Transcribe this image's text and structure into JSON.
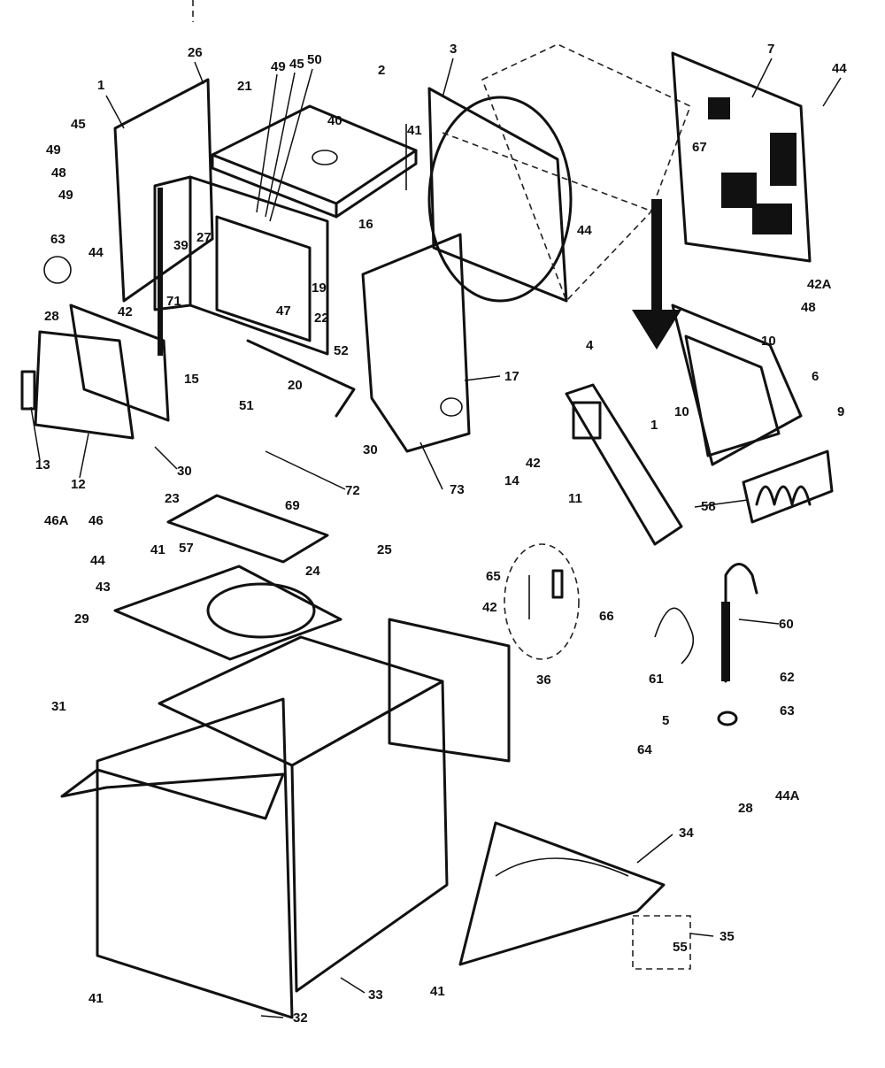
{
  "callouts": [
    {
      "id": "c1",
      "text": "1"
    },
    {
      "id": "c26",
      "text": "26"
    },
    {
      "id": "c21",
      "text": "21"
    },
    {
      "id": "c49a",
      "text": "49"
    },
    {
      "id": "c45a",
      "text": "45"
    },
    {
      "id": "c50a",
      "text": "50"
    },
    {
      "id": "c2",
      "text": "2"
    },
    {
      "id": "c3",
      "text": "3"
    },
    {
      "id": "c7",
      "text": "7"
    },
    {
      "id": "c44a",
      "text": "44"
    },
    {
      "id": "c45b",
      "text": "45"
    },
    {
      "id": "c49b",
      "text": "49"
    },
    {
      "id": "c48a",
      "text": "48"
    },
    {
      "id": "c49c",
      "text": "49"
    },
    {
      "id": "c40",
      "text": "40"
    },
    {
      "id": "c41a",
      "text": "41"
    },
    {
      "id": "c67",
      "text": "67"
    },
    {
      "id": "c44b",
      "text": "44"
    },
    {
      "id": "c39",
      "text": "39"
    },
    {
      "id": "c27",
      "text": "27"
    },
    {
      "id": "c16",
      "text": "16"
    },
    {
      "id": "c63",
      "text": "63"
    },
    {
      "id": "c44c",
      "text": "44"
    },
    {
      "id": "c42a",
      "text": "42"
    },
    {
      "id": "c71",
      "text": "71"
    },
    {
      "id": "c19",
      "text": "19"
    },
    {
      "id": "c47",
      "text": "47"
    },
    {
      "id": "c22",
      "text": "22"
    },
    {
      "id": "c42A",
      "text": "42A"
    },
    {
      "id": "c48b",
      "text": "48"
    },
    {
      "id": "c28a",
      "text": "28"
    },
    {
      "id": "c52",
      "text": "52"
    },
    {
      "id": "c15",
      "text": "15"
    },
    {
      "id": "c20",
      "text": "20"
    },
    {
      "id": "c51",
      "text": "51"
    },
    {
      "id": "c17",
      "text": "17"
    },
    {
      "id": "c4",
      "text": "4"
    },
    {
      "id": "c10a",
      "text": "10"
    },
    {
      "id": "c6",
      "text": "6"
    },
    {
      "id": "c30a",
      "text": "30"
    },
    {
      "id": "c13",
      "text": "13"
    },
    {
      "id": "c12",
      "text": "12"
    },
    {
      "id": "c30b",
      "text": "30"
    },
    {
      "id": "c72",
      "text": "72"
    },
    {
      "id": "c73",
      "text": "73"
    },
    {
      "id": "c14",
      "text": "14"
    },
    {
      "id": "c42b",
      "text": "42"
    },
    {
      "id": "c11",
      "text": "11"
    },
    {
      "id": "c1b",
      "text": "1"
    },
    {
      "id": "c10b",
      "text": "10"
    },
    {
      "id": "c9",
      "text": "9"
    },
    {
      "id": "c58",
      "text": "58"
    },
    {
      "id": "c46A",
      "text": "46A"
    },
    {
      "id": "c46",
      "text": "46"
    },
    {
      "id": "c23",
      "text": "23"
    },
    {
      "id": "c69",
      "text": "69"
    },
    {
      "id": "c41b",
      "text": "41"
    },
    {
      "id": "c57",
      "text": "57"
    },
    {
      "id": "c25",
      "text": "25"
    },
    {
      "id": "c24",
      "text": "24"
    },
    {
      "id": "c44d",
      "text": "44"
    },
    {
      "id": "c43",
      "text": "43"
    },
    {
      "id": "c29",
      "text": "29"
    },
    {
      "id": "c65",
      "text": "65"
    },
    {
      "id": "c42c",
      "text": "42"
    },
    {
      "id": "c66",
      "text": "66"
    },
    {
      "id": "c60",
      "text": "60"
    },
    {
      "id": "c61",
      "text": "61"
    },
    {
      "id": "c62",
      "text": "62"
    },
    {
      "id": "c63b",
      "text": "63"
    },
    {
      "id": "c36",
      "text": "36"
    },
    {
      "id": "c31",
      "text": "31"
    },
    {
      "id": "c5",
      "text": "5"
    },
    {
      "id": "c64",
      "text": "64"
    },
    {
      "id": "c28b",
      "text": "28"
    },
    {
      "id": "c44A",
      "text": "44A"
    },
    {
      "id": "c34",
      "text": "34"
    },
    {
      "id": "c35",
      "text": "35"
    },
    {
      "id": "c55",
      "text": "55"
    },
    {
      "id": "c41c",
      "text": "41"
    },
    {
      "id": "c32",
      "text": "32"
    },
    {
      "id": "c33",
      "text": "33"
    },
    {
      "id": "c41d",
      "text": "41"
    }
  ]
}
